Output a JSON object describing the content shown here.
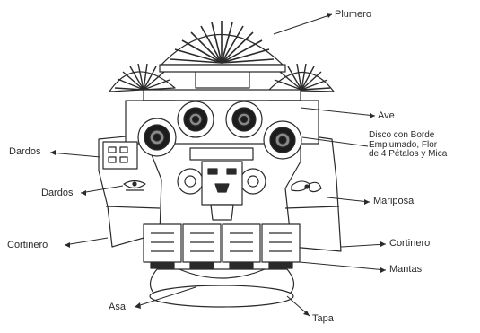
{
  "labels": {
    "plumero": "Plumero",
    "ave": "Ave",
    "disco": "Disco con Borde Emplumado, Flor de 4 Pétalos y Mica",
    "mariposa": "Mariposa",
    "cortinero_left": "Cortinero",
    "cortinero_right": "Cortinero",
    "mantas": "Mantas",
    "dardos_top": "Dardos",
    "dardos_lower": "Dardos",
    "asa": "Asa",
    "tapa": "Tapa"
  },
  "colors": {
    "ink": "#2a2a2a",
    "background": "#ffffff",
    "disc_dark": "#1c1c1c",
    "disc_mid": "#8a8a8a"
  }
}
